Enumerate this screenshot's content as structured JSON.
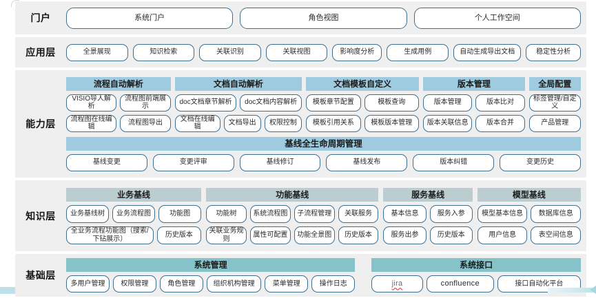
{
  "layers": [
    {
      "id": "portal",
      "label": "门户",
      "items": [
        "系统门户",
        "角色视图",
        "个人工作空间"
      ]
    },
    {
      "id": "application",
      "label": "应用层",
      "items": [
        "全景展现",
        "知识检索",
        "关联识别",
        "关联视图",
        "影响度分析",
        "生成用例",
        "自动生成导出文档",
        "稳定性分析"
      ]
    },
    {
      "id": "capability",
      "label": "能力层",
      "groups": [
        {
          "title": "流程自动解析",
          "rows": [
            [
              "VISIO导人解析",
              "流程图前端展示"
            ],
            [
              "流程图在线编辑",
              "流程图导出"
            ]
          ]
        },
        {
          "title": "文档自动解析",
          "rows": [
            [
              "doc文档章节解析",
              "doc文档内容解析"
            ],
            [
              "文档在线编辑",
              "文档导出",
              "权限控制"
            ]
          ]
        },
        {
          "title": "文档模板自定义",
          "rows": [
            [
              "模板章节配置",
              "模板查询"
            ],
            [
              "模板引用关系",
              "模板版本管理"
            ]
          ]
        },
        {
          "title": "版本管理",
          "rows": [
            [
              "版本管理",
              "版本比对"
            ],
            [
              "版本关联信息",
              "版本合并"
            ]
          ]
        },
        {
          "title": "全局配置",
          "rows": [
            [
              "标签管理/自定义"
            ],
            [
              "产品管理"
            ]
          ]
        }
      ],
      "lifecycle": {
        "title": "基线全生命周期管理",
        "items": [
          "基线变更",
          "变更评审",
          "基线修订",
          "基线发布",
          "版本纠错",
          "变更历史"
        ]
      }
    },
    {
      "id": "knowledge",
      "label": "知识层",
      "groups": [
        {
          "title": "业务基线",
          "rows": [
            [
              "业务基线树",
              "业务流程图",
              "功能图"
            ],
            [
              "全业务流程功能图（搜索/下钻展示）",
              "历史版本"
            ]
          ]
        },
        {
          "title": "功能基线",
          "rows": [
            [
              "功能树",
              "系统流程图",
              "子流程管理",
              "关联服务"
            ],
            [
              "关联业务规则",
              "属性可配置",
              "功能全景图",
              "历史版本"
            ]
          ]
        },
        {
          "title": "服务基线",
          "rows": [
            [
              "基本信息",
              "服务入参"
            ],
            [
              "服务出参",
              "历史版本"
            ]
          ]
        },
        {
          "title": "模型基线",
          "rows": [
            [
              "模型基本信息",
              "数据库信息"
            ],
            [
              "用户信息",
              "表空间信息"
            ]
          ]
        }
      ]
    },
    {
      "id": "base",
      "label": "基础层",
      "groups": [
        {
          "title": "系统管理",
          "rows": [
            [
              "多用户管理",
              "权限管理",
              "角色管理",
              "组织机构管理",
              "菜单管理",
              "操作日志"
            ]
          ]
        },
        {
          "title": "系统接口",
          "rows": [
            [
              "jira",
              "confluence",
              "接口自动化平台"
            ]
          ]
        }
      ]
    }
  ],
  "colors": {
    "row_bg": "#efefef",
    "pill_border": "#3e6f8e",
    "capability_header": "#9ecbe0",
    "knowledge_header": "#bccdd2",
    "base_header": "#86c3c9",
    "spellcheck_underline": "#d62828"
  }
}
